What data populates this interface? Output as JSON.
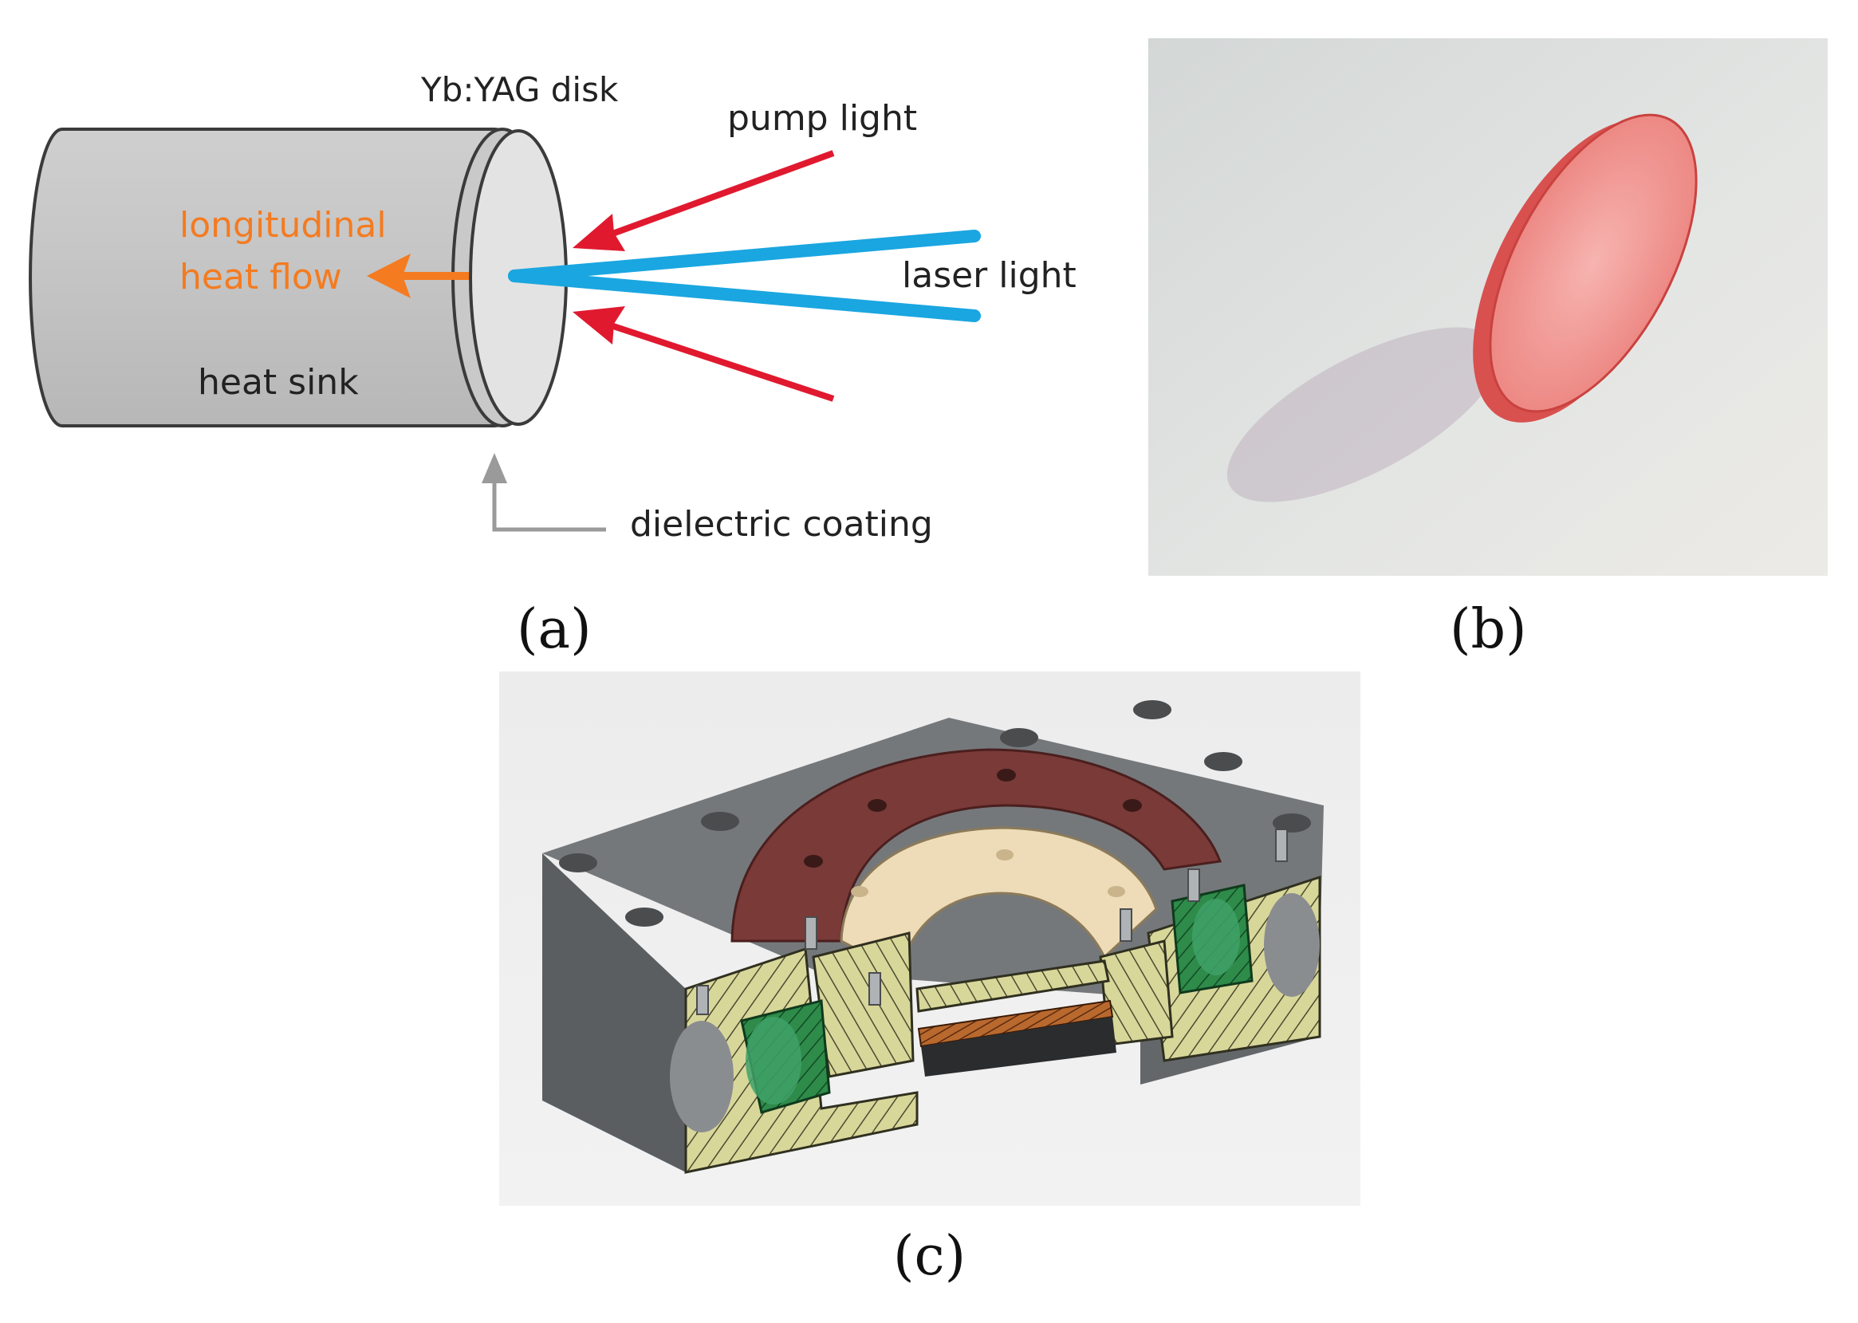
{
  "panel_a": {
    "label_disk": "Yb:YAG disk",
    "label_pump": "pump light",
    "label_laser": "laser light",
    "label_heat_line1": "longitudinal",
    "label_heat_line2": "heat flow",
    "label_sink": "heat sink",
    "label_coating": "dielectric coating",
    "caption": "(a)"
  },
  "panel_b": {
    "caption": "(b)"
  },
  "panel_c": {
    "caption": "(c)"
  },
  "colors": {
    "pump_arrow": "#e0192f",
    "laser_beam": "#1aa6e0",
    "heat_flow": "#f47b20",
    "heat_sink": "#c8c8c8",
    "disk_crystal": "#e8706e",
    "housing_gray": "#6a6d70",
    "mount_brown": "#7a3a38",
    "hatch_khaki": "#d8d79a",
    "lens_green": "#2e8b4a"
  }
}
